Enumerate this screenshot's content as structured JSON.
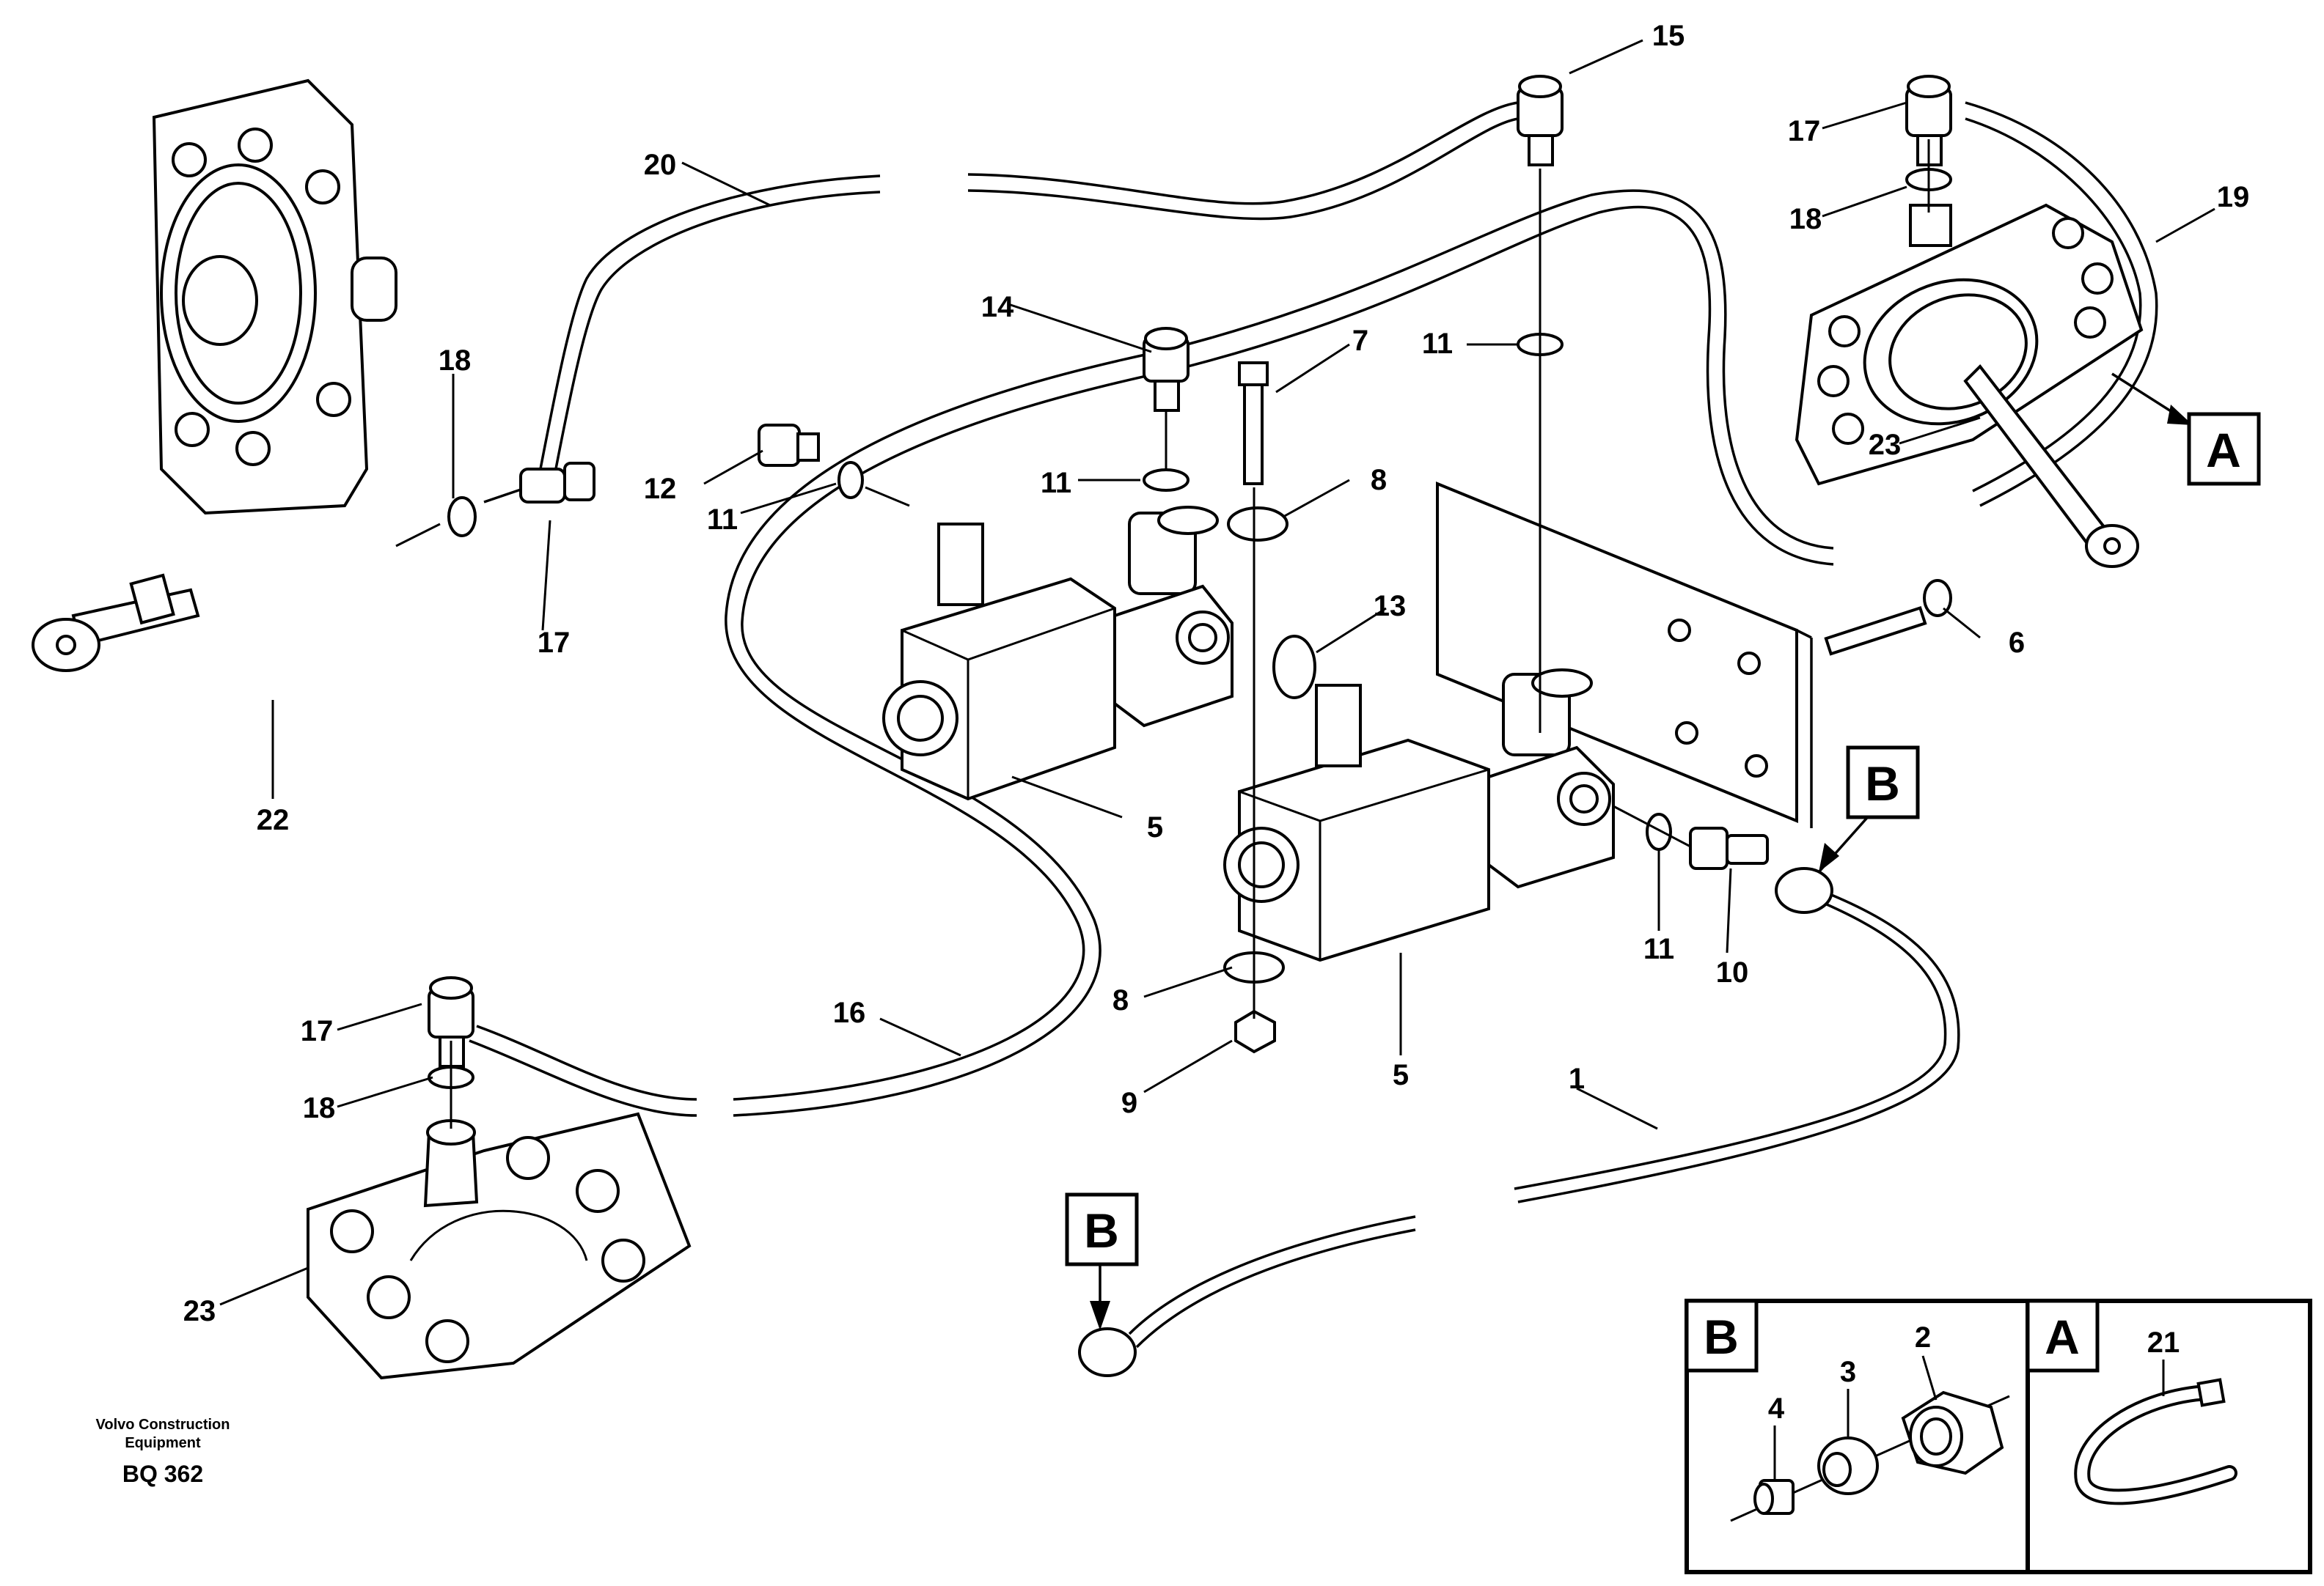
{
  "callouts": [
    {
      "id": "c1",
      "text": "1"
    },
    {
      "id": "c2",
      "text": "2"
    },
    {
      "id": "c3",
      "text": "3"
    },
    {
      "id": "c4",
      "text": "4"
    },
    {
      "id": "c5a",
      "text": "5"
    },
    {
      "id": "c5b",
      "text": "5"
    },
    {
      "id": "c6",
      "text": "6"
    },
    {
      "id": "c7",
      "text": "7"
    },
    {
      "id": "c8a",
      "text": "8"
    },
    {
      "id": "c8b",
      "text": "8"
    },
    {
      "id": "c9",
      "text": "9"
    },
    {
      "id": "c10",
      "text": "10"
    },
    {
      "id": "c11a",
      "text": "11"
    },
    {
      "id": "c11b",
      "text": "11"
    },
    {
      "id": "c11c",
      "text": "11"
    },
    {
      "id": "c11d",
      "text": "11"
    },
    {
      "id": "c12",
      "text": "12"
    },
    {
      "id": "c13",
      "text": "13"
    },
    {
      "id": "c14",
      "text": "14"
    },
    {
      "id": "c15",
      "text": "15"
    },
    {
      "id": "c16",
      "text": "16"
    },
    {
      "id": "c17a",
      "text": "17"
    },
    {
      "id": "c17b",
      "text": "17"
    },
    {
      "id": "c17c",
      "text": "17"
    },
    {
      "id": "c18a",
      "text": "18"
    },
    {
      "id": "c18b",
      "text": "18"
    },
    {
      "id": "c18c",
      "text": "18"
    },
    {
      "id": "c19",
      "text": "19"
    },
    {
      "id": "c20",
      "text": "20"
    },
    {
      "id": "c21",
      "text": "21"
    },
    {
      "id": "c22",
      "text": "22"
    },
    {
      "id": "c23a",
      "text": "23"
    },
    {
      "id": "c23b",
      "text": "23"
    }
  ],
  "markers": {
    "a_main": "A",
    "b_right": "B",
    "b_left": "B"
  },
  "inset": {
    "b_title": "B",
    "a_title": "A"
  },
  "footer": {
    "line1": "Volvo Construction",
    "line2": "Equipment",
    "code": "BQ 362"
  }
}
